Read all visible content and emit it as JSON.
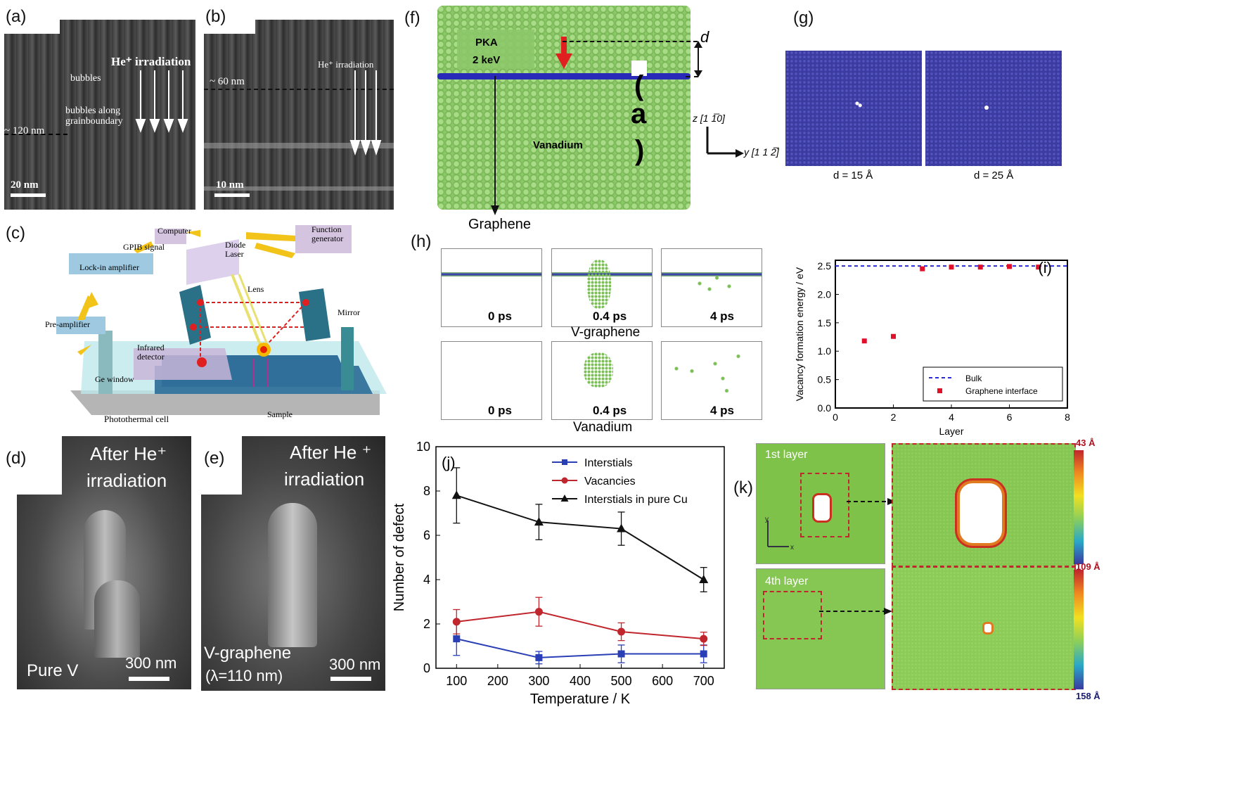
{
  "panels": {
    "a": {
      "label": "(a)",
      "bubbles": "bubbles",
      "bubbles_gb": "bubbles along\ngrainboundary",
      "he_irr": "He⁺ irradiation",
      "thickness": "~ 120 nm",
      "scale": "20 nm"
    },
    "b": {
      "label": "(b)",
      "he_irr": "He⁺ irradiation",
      "thickness": "~ 60 nm",
      "scale": "10 nm"
    },
    "c": {
      "label": "(c)",
      "computer": "Computer",
      "gpib": "GPIB signal",
      "lockin": "Lock-in amplifier",
      "preamp": "Pre-amplifier",
      "diode": "Diode\nLaser",
      "function_gen": "Function\ngenerator",
      "lens": "Lens",
      "mirror": "Mirror",
      "ir_detector": "Infrared\ndetector",
      "ge_window": "Ge window",
      "sample": "Sample",
      "cell": "Photothermal cell"
    },
    "d": {
      "label": "(d)",
      "after1": "After He⁺",
      "after2": "irradiation",
      "material": "Pure V",
      "scale": "300 nm"
    },
    "e": {
      "label": "(e)",
      "after1": "After He ⁺",
      "after2": "irradiation",
      "material": "V-graphene",
      "lambda": "(λ=110 nm)",
      "scale": "300 nm"
    },
    "f": {
      "label": "(f)",
      "pka": "PKA",
      "energy": "2 keV",
      "d": "d",
      "vanadium": "Vanadium",
      "graphene": "Graphene",
      "z_axis": "z [1 1̅0]",
      "y_axis": "y [1 1 2̅]",
      "a_open": "(",
      "a_mid": "a",
      "a_close": ")"
    },
    "g": {
      "label": "(g)",
      "d15": "d = 15 Å",
      "d25": "d = 25 Å"
    },
    "h": {
      "label": "(h)",
      "t0": "0 ps",
      "t1": "0.4 ps",
      "t2": "4 ps",
      "row1": "V-graphene",
      "row2": "Vanadium"
    },
    "k": {
      "label": "(k)",
      "layer1": "1st layer",
      "layer4": "4th layer",
      "scale_top_max": "43 Å",
      "scale_bottom_max": "109 Å",
      "scale_bottom_min": "158 Å"
    }
  },
  "chart_data": [
    {
      "panel": "(i)",
      "type": "scatter",
      "xlabel": "Layer",
      "ylabel": "Vacancy formation energy / eV",
      "xlim": [
        0,
        8
      ],
      "ylim": [
        0,
        2.6
      ],
      "xticks": [
        "0",
        "2",
        "4",
        "6",
        "8"
      ],
      "yticks": [
        "0.0",
        "0.5",
        "1.0",
        "1.5",
        "2.0",
        "2.5"
      ],
      "series": [
        {
          "name": "Bulk",
          "style": "dashed-line",
          "color": "#2b2bd6",
          "y": 2.5
        },
        {
          "name": "Graphene interface",
          "style": "square",
          "color": "#e0102a",
          "x": [
            1,
            2,
            3,
            4,
            5,
            6,
            7
          ],
          "y": [
            1.18,
            1.26,
            2.45,
            2.48,
            2.48,
            2.49,
            2.48
          ]
        }
      ],
      "legend": "bottom-right"
    },
    {
      "panel": "(j)",
      "type": "line",
      "xlabel": "Temperature / K",
      "ylabel": "Number of defect",
      "xlim": [
        50,
        750
      ],
      "ylim": [
        0,
        10
      ],
      "xticks": [
        "100",
        "200",
        "300",
        "400",
        "500",
        "600",
        "700"
      ],
      "yticks": [
        "0",
        "2",
        "4",
        "6",
        "8",
        "10"
      ],
      "x": [
        100,
        300,
        500,
        700
      ],
      "series": [
        {
          "name": "Interstials",
          "color": "#2a3fb5",
          "marker": "square",
          "values": [
            1.33,
            0.48,
            0.65,
            0.65
          ],
          "err": [
            0.75,
            0.28,
            0.4,
            0.4
          ]
        },
        {
          "name": "Vacancies",
          "color": "#c0262d",
          "marker": "circle",
          "values": [
            2.1,
            2.55,
            1.65,
            1.33
          ],
          "err": [
            0.55,
            0.65,
            0.4,
            0.3
          ]
        },
        {
          "name": "Interstials in pure Cu",
          "color": "#111111",
          "marker": "triangle",
          "values": [
            7.8,
            6.6,
            6.3,
            4.0
          ],
          "err": [
            1.25,
            0.8,
            0.75,
            0.55
          ]
        }
      ],
      "legend": "top-right"
    }
  ],
  "colors": {
    "green_lattice": "#8cc86a",
    "graphene_blue": "#2a2ab8",
    "md_blue": "#3b3ba0",
    "k_green": "#7ec24a",
    "arrow_yellow": "#f2c318"
  }
}
